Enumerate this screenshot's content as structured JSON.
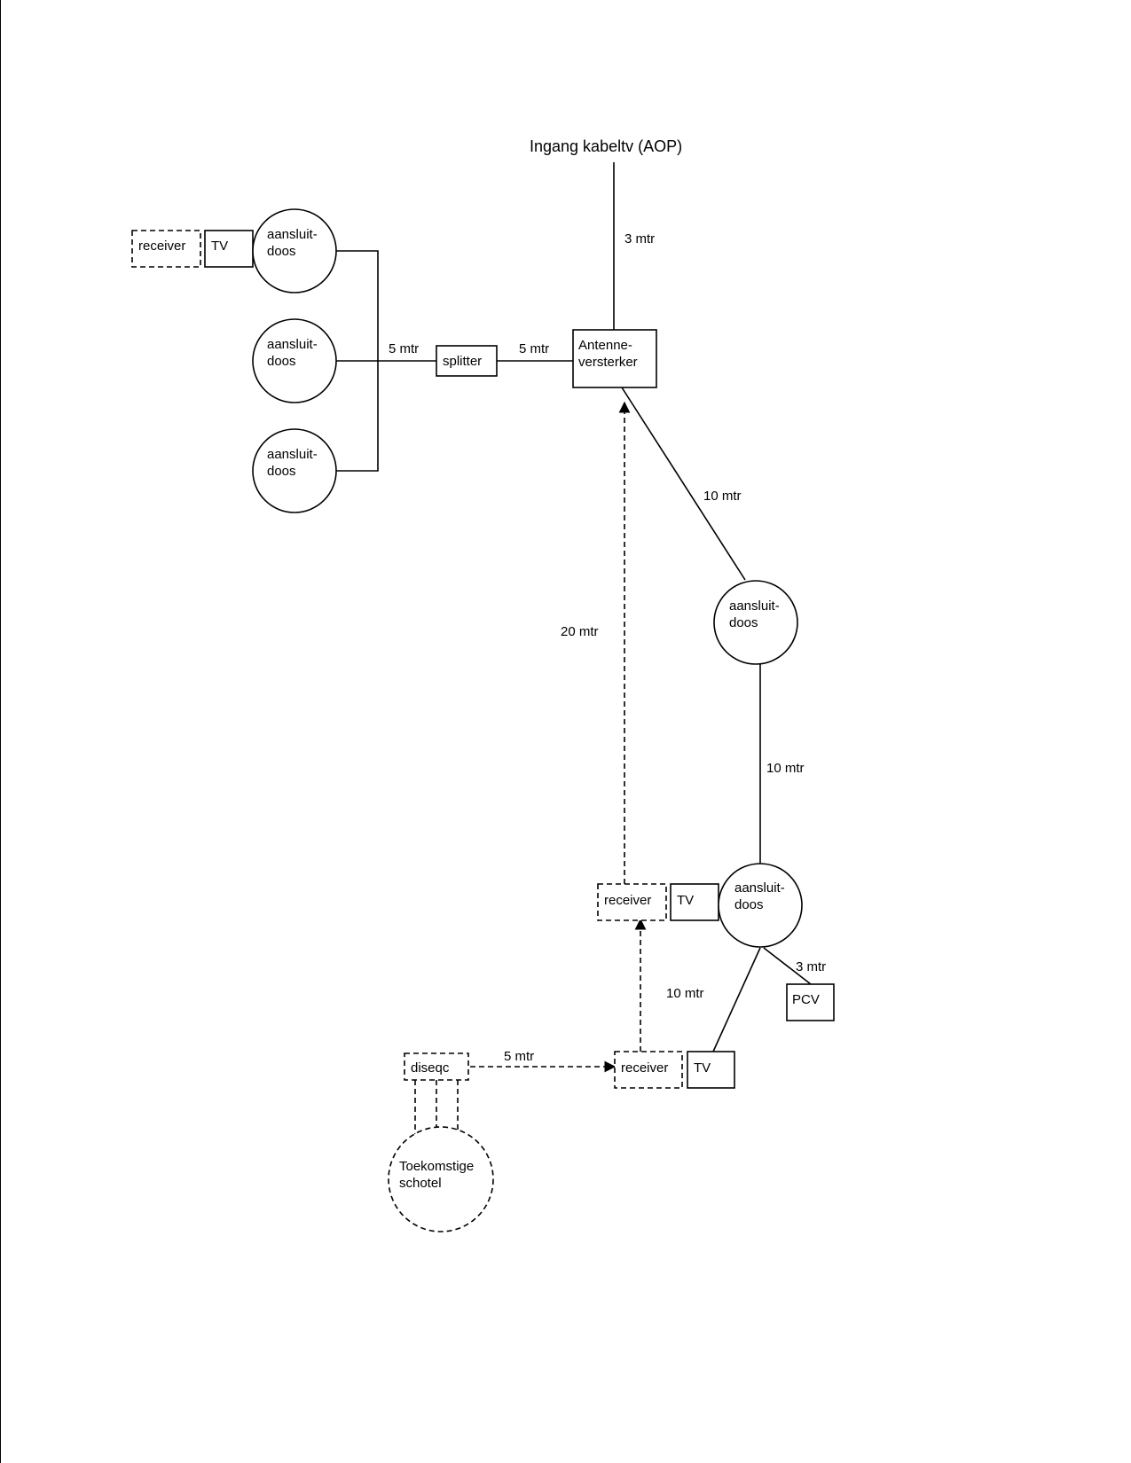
{
  "title": "Ingang kabeltv (AOP)",
  "labels": {
    "aansluitdoos_line1": "aansluit-",
    "aansluitdoos_line2": "doos",
    "receiver": "receiver",
    "tv": "TV",
    "splitter": "splitter",
    "versterker_line1": "Antenne-",
    "versterker_line2": "versterker",
    "pcv": "PCV",
    "diseqc": "diseqc",
    "schotel_line1": "Toekomstige",
    "schotel_line2": "schotel"
  },
  "distances": {
    "aop_to_amp": "3 mtr",
    "amp_to_splitter": "5 mtr",
    "splitter_to_boxes": "5 mtr",
    "amp_to_box_mid": "10 mtr",
    "box_mid_to_box_low": "10 mtr",
    "receiver_to_amp": "20 mtr",
    "box_low_to_tv": "10 mtr",
    "box_low_to_pcv": "3 mtr",
    "diseqc_to_receiver": "5 mtr"
  },
  "colors": {
    "line": "#000000",
    "background": "#ffffff"
  }
}
